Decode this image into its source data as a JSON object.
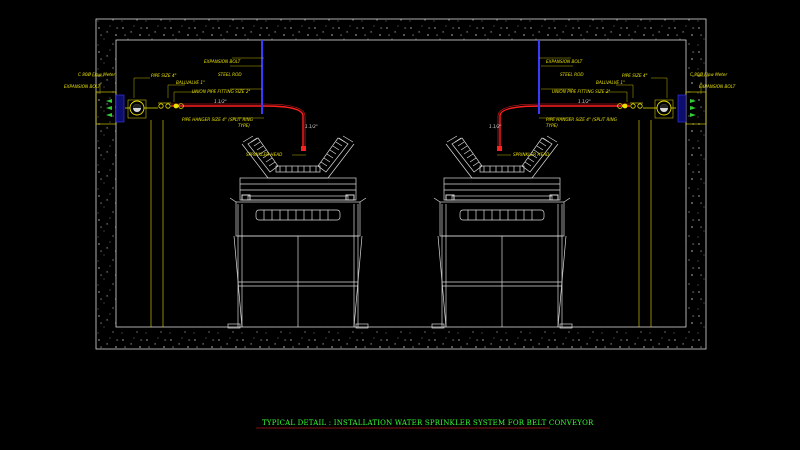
{
  "title": "TYPICAL DETAIL : INSTALLATION WATER SPRINKLER SYSTEM FOR BELT CONVEYOR",
  "colors": {
    "background": "#000000",
    "wall_outline": "#d9d9d9",
    "annotation": "#e8e000",
    "pipe": "#ff2020",
    "riser": "#3a3aff",
    "title": "#33ff33",
    "nozzle": "#33cc33"
  },
  "left": {
    "flow_meter": "C 80Ø Flow Meter",
    "expansion_bolt_side": "EXPANSION BOLT",
    "pipe_size": "PIPE SIZE 4\"",
    "ballvalve": "BALLVALVE 1\"",
    "expansion_bolt_top": "EXPANSION BOLT",
    "steel_rod": "STEEL ROD",
    "union": "UNION PIPE FITTING SIZE 2\"",
    "pipe_tag": "1.1/2\"",
    "hanger_line1": "PIPE HANGER SIZE 4\" (SPLIT RING",
    "hanger_line2": "TYPE)",
    "drop_tag": "1.1/2\"",
    "sprinkler": "SPRINKLER HEAD"
  },
  "right": {
    "flow_meter": "C 80Ø Flow Meter",
    "expansion_bolt_side": "EXPANSION BOLT",
    "pipe_size": "PIPE SIZE 4\"",
    "ballvalve": "BALLVALVE 1\"",
    "expansion_bolt_top": "EXPANSION BOLT",
    "steel_rod": "STEEL ROD",
    "union": "UNION PIPE FITTING SIZE 2\"",
    "pipe_tag": "1.1/2\"",
    "hanger_line1": "PIPE HANGER SIZE 4\" (SPLIT RING",
    "hanger_line2": "TYPE)",
    "drop_tag": "1.1/2\"",
    "sprinkler": "SPRINKLER HEAD"
  }
}
